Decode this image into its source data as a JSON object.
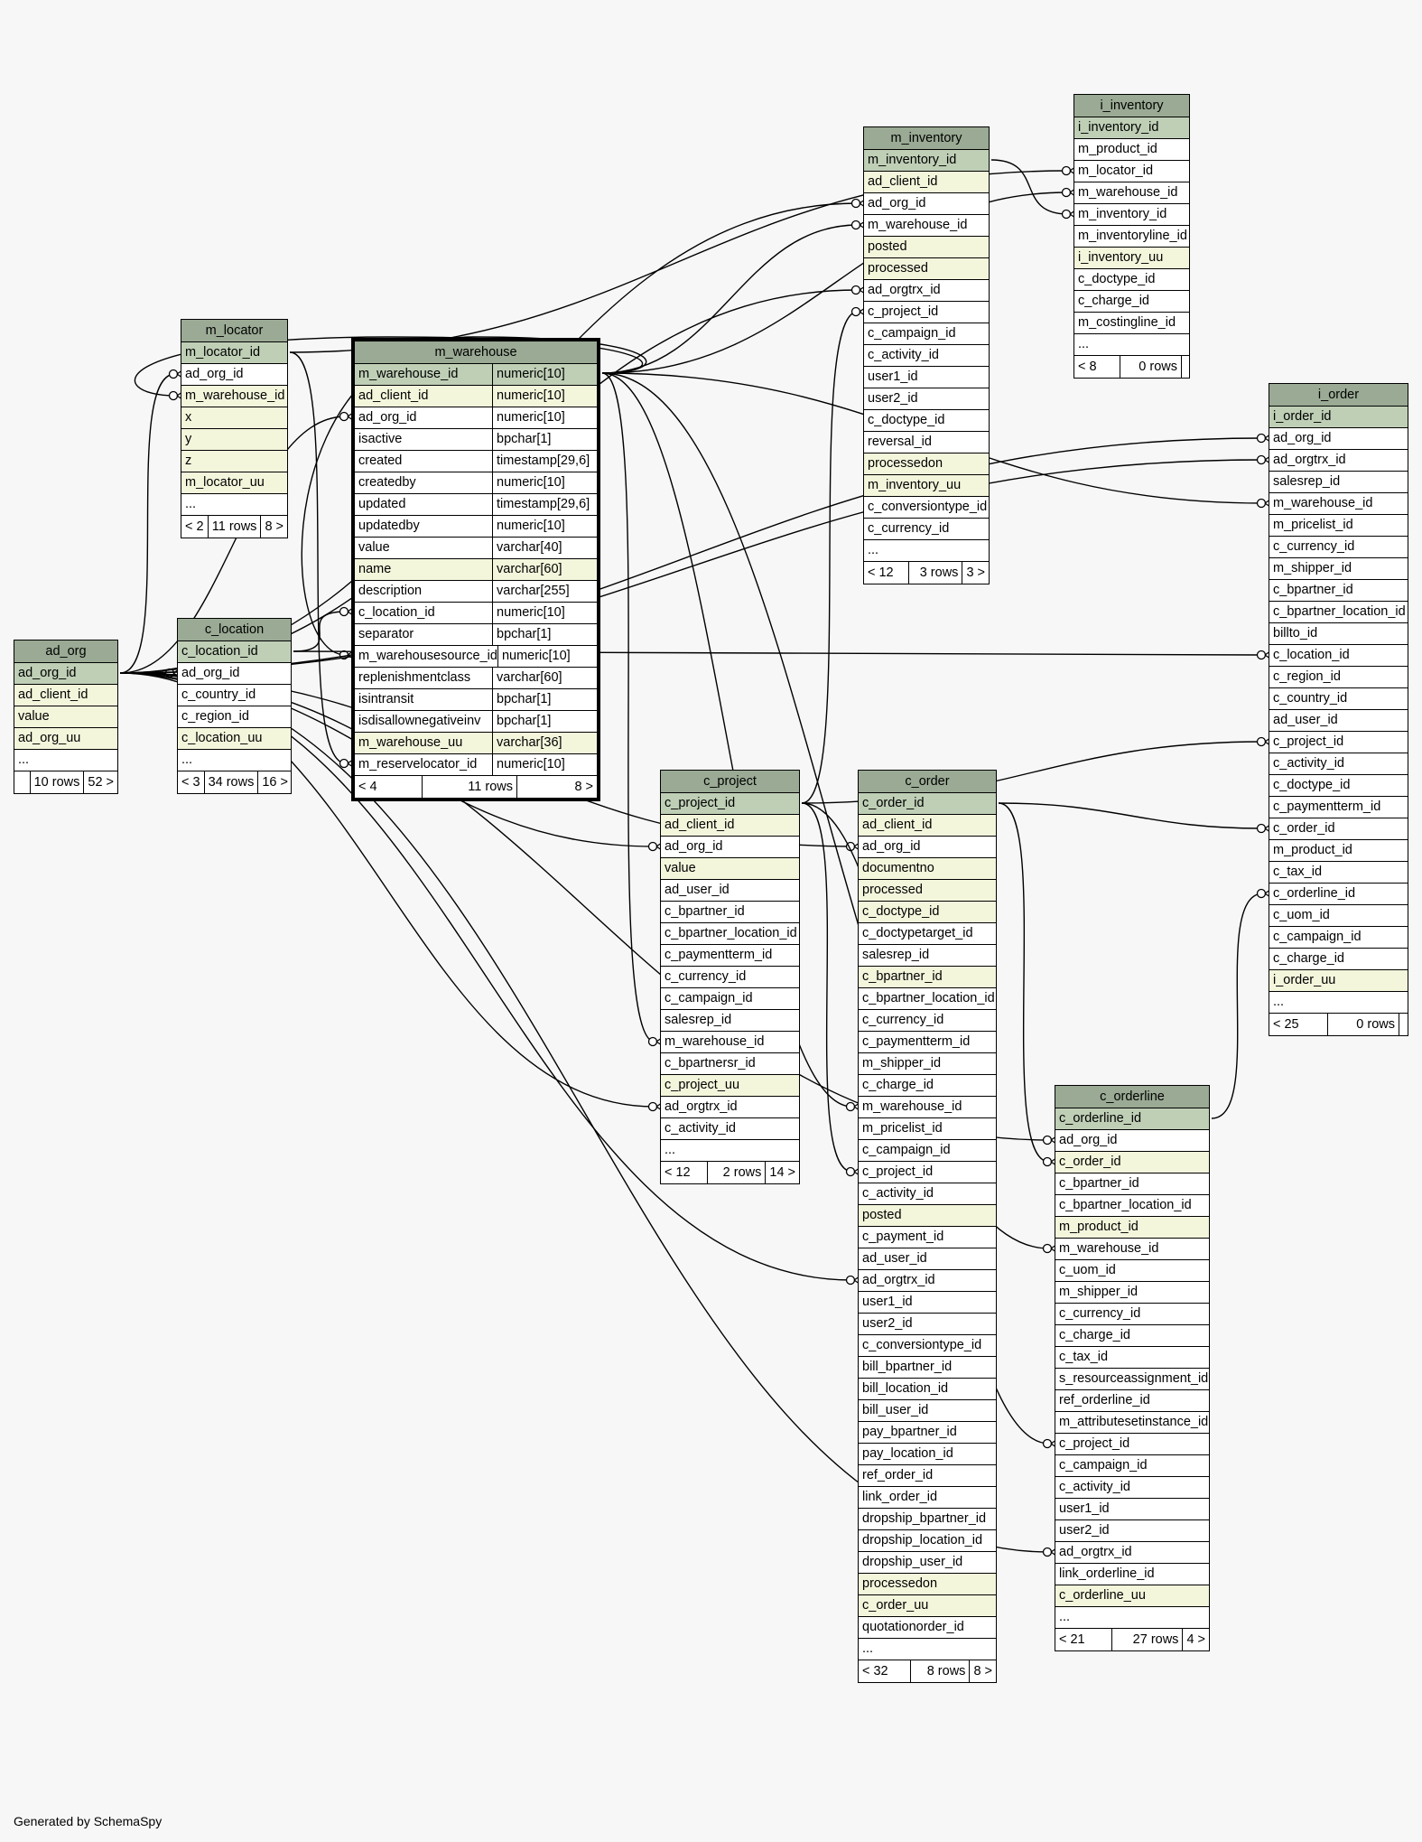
{
  "footer": "Generated by SchemaSpy",
  "colors": {
    "header": "#9aaa94",
    "primary_key": "#bfcfb6",
    "indexed": "#f4f6dc",
    "plain": "#ffffff",
    "background": "#f7f7f7"
  },
  "tables": [
    {
      "id": "ad_org",
      "name": "ad_org",
      "columns": [
        [
          "ad_org_id",
          "pk"
        ],
        [
          "ad_client_id",
          "ix"
        ],
        [
          "value",
          "ix"
        ],
        [
          "ad_org_uu",
          "ix"
        ],
        [
          "...",
          ""
        ]
      ],
      "footer": [
        "",
        "10 rows",
        "52 >"
      ]
    },
    {
      "id": "m_locator",
      "name": "m_locator",
      "columns": [
        [
          "m_locator_id",
          "pk"
        ],
        [
          "ad_org_id",
          ""
        ],
        [
          "m_warehouse_id",
          "ix"
        ],
        [
          "x",
          "ix"
        ],
        [
          "y",
          "ix"
        ],
        [
          "z",
          "ix"
        ],
        [
          "m_locator_uu",
          "ix"
        ],
        [
          "...",
          ""
        ]
      ],
      "footer": [
        "< 2",
        "11 rows",
        "8 >"
      ]
    },
    {
      "id": "c_location",
      "name": "c_location",
      "columns": [
        [
          "c_location_id",
          "pk"
        ],
        [
          "ad_org_id",
          ""
        ],
        [
          "c_country_id",
          ""
        ],
        [
          "c_region_id",
          ""
        ],
        [
          "c_location_uu",
          "ix"
        ],
        [
          "...",
          ""
        ]
      ],
      "footer": [
        "< 3",
        "34 rows",
        "16 >"
      ]
    },
    {
      "id": "m_warehouse",
      "name": "m_warehouse",
      "focus": true,
      "columns": [
        [
          "m_warehouse_id",
          "pk",
          "numeric[10]"
        ],
        [
          "ad_client_id",
          "ix",
          "numeric[10]"
        ],
        [
          "ad_org_id",
          "",
          "numeric[10]"
        ],
        [
          "isactive",
          "",
          "bpchar[1]"
        ],
        [
          "created",
          "",
          "timestamp[29,6]"
        ],
        [
          "createdby",
          "",
          "numeric[10]"
        ],
        [
          "updated",
          "",
          "timestamp[29,6]"
        ],
        [
          "updatedby",
          "",
          "numeric[10]"
        ],
        [
          "value",
          "",
          "varchar[40]"
        ],
        [
          "name",
          "ix",
          "varchar[60]"
        ],
        [
          "description",
          "",
          "varchar[255]"
        ],
        [
          "c_location_id",
          "",
          "numeric[10]"
        ],
        [
          "separator",
          "",
          "bpchar[1]"
        ],
        [
          "m_warehousesource_id",
          "",
          "numeric[10]"
        ],
        [
          "replenishmentclass",
          "",
          "varchar[60]"
        ],
        [
          "isintransit",
          "",
          "bpchar[1]"
        ],
        [
          "isdisallownegativeinv",
          "",
          "bpchar[1]"
        ],
        [
          "m_warehouse_uu",
          "ix",
          "varchar[36]"
        ],
        [
          "m_reservelocator_id",
          "",
          "numeric[10]"
        ]
      ],
      "footer": [
        "< 4",
        "11 rows",
        "8 >"
      ]
    },
    {
      "id": "m_inventory",
      "name": "m_inventory",
      "columns": [
        [
          "m_inventory_id",
          "pk"
        ],
        [
          "ad_client_id",
          "ix"
        ],
        [
          "ad_org_id",
          ""
        ],
        [
          "m_warehouse_id",
          ""
        ],
        [
          "posted",
          "ix"
        ],
        [
          "processed",
          "ix"
        ],
        [
          "ad_orgtrx_id",
          ""
        ],
        [
          "c_project_id",
          ""
        ],
        [
          "c_campaign_id",
          ""
        ],
        [
          "c_activity_id",
          ""
        ],
        [
          "user1_id",
          ""
        ],
        [
          "user2_id",
          ""
        ],
        [
          "c_doctype_id",
          ""
        ],
        [
          "reversal_id",
          ""
        ],
        [
          "processedon",
          "ix"
        ],
        [
          "m_inventory_uu",
          "ix"
        ],
        [
          "c_conversiontype_id",
          ""
        ],
        [
          "c_currency_id",
          ""
        ],
        [
          "...",
          ""
        ]
      ],
      "footer": [
        "< 12",
        "3 rows",
        "3 >"
      ]
    },
    {
      "id": "i_inventory",
      "name": "i_inventory",
      "columns": [
        [
          "i_inventory_id",
          "pk"
        ],
        [
          "m_product_id",
          ""
        ],
        [
          "m_locator_id",
          ""
        ],
        [
          "m_warehouse_id",
          ""
        ],
        [
          "m_inventory_id",
          ""
        ],
        [
          "m_inventoryline_id",
          ""
        ],
        [
          "i_inventory_uu",
          "ix"
        ],
        [
          "c_doctype_id",
          ""
        ],
        [
          "c_charge_id",
          ""
        ],
        [
          "m_costingline_id",
          ""
        ],
        [
          "...",
          ""
        ]
      ],
      "footer": [
        "< 8",
        "0 rows",
        ""
      ]
    },
    {
      "id": "i_order",
      "name": "i_order",
      "columns": [
        [
          "i_order_id",
          "pk"
        ],
        [
          "ad_org_id",
          ""
        ],
        [
          "ad_orgtrx_id",
          ""
        ],
        [
          "salesrep_id",
          ""
        ],
        [
          "m_warehouse_id",
          ""
        ],
        [
          "m_pricelist_id",
          ""
        ],
        [
          "c_currency_id",
          ""
        ],
        [
          "m_shipper_id",
          ""
        ],
        [
          "c_bpartner_id",
          ""
        ],
        [
          "c_bpartner_location_id",
          ""
        ],
        [
          "billto_id",
          ""
        ],
        [
          "c_location_id",
          ""
        ],
        [
          "c_region_id",
          ""
        ],
        [
          "c_country_id",
          ""
        ],
        [
          "ad_user_id",
          ""
        ],
        [
          "c_project_id",
          ""
        ],
        [
          "c_activity_id",
          ""
        ],
        [
          "c_doctype_id",
          ""
        ],
        [
          "c_paymentterm_id",
          ""
        ],
        [
          "c_order_id",
          ""
        ],
        [
          "m_product_id",
          ""
        ],
        [
          "c_tax_id",
          ""
        ],
        [
          "c_orderline_id",
          ""
        ],
        [
          "c_uom_id",
          ""
        ],
        [
          "c_campaign_id",
          ""
        ],
        [
          "c_charge_id",
          ""
        ],
        [
          "i_order_uu",
          "ix"
        ],
        [
          "...",
          ""
        ]
      ],
      "footer": [
        "< 25",
        "0 rows",
        ""
      ]
    },
    {
      "id": "c_project",
      "name": "c_project",
      "columns": [
        [
          "c_project_id",
          "pk"
        ],
        [
          "ad_client_id",
          "ix"
        ],
        [
          "ad_org_id",
          ""
        ],
        [
          "value",
          "ix"
        ],
        [
          "ad_user_id",
          ""
        ],
        [
          "c_bpartner_id",
          ""
        ],
        [
          "c_bpartner_location_id",
          ""
        ],
        [
          "c_paymentterm_id",
          ""
        ],
        [
          "c_currency_id",
          ""
        ],
        [
          "c_campaign_id",
          ""
        ],
        [
          "salesrep_id",
          ""
        ],
        [
          "m_warehouse_id",
          ""
        ],
        [
          "c_bpartnersr_id",
          ""
        ],
        [
          "c_project_uu",
          "ix"
        ],
        [
          "ad_orgtrx_id",
          ""
        ],
        [
          "c_activity_id",
          ""
        ],
        [
          "...",
          ""
        ]
      ],
      "footer": [
        "< 12",
        "2 rows",
        "14 >"
      ]
    },
    {
      "id": "c_order",
      "name": "c_order",
      "columns": [
        [
          "c_order_id",
          "pk"
        ],
        [
          "ad_client_id",
          "ix"
        ],
        [
          "ad_org_id",
          ""
        ],
        [
          "documentno",
          "ix"
        ],
        [
          "processed",
          "ix"
        ],
        [
          "c_doctype_id",
          "ix"
        ],
        [
          "c_doctypetarget_id",
          ""
        ],
        [
          "salesrep_id",
          ""
        ],
        [
          "c_bpartner_id",
          "ix"
        ],
        [
          "c_bpartner_location_id",
          ""
        ],
        [
          "c_currency_id",
          ""
        ],
        [
          "c_paymentterm_id",
          ""
        ],
        [
          "m_shipper_id",
          ""
        ],
        [
          "c_charge_id",
          ""
        ],
        [
          "m_warehouse_id",
          ""
        ],
        [
          "m_pricelist_id",
          ""
        ],
        [
          "c_campaign_id",
          ""
        ],
        [
          "c_project_id",
          ""
        ],
        [
          "c_activity_id",
          ""
        ],
        [
          "posted",
          "ix"
        ],
        [
          "c_payment_id",
          ""
        ],
        [
          "ad_user_id",
          ""
        ],
        [
          "ad_orgtrx_id",
          ""
        ],
        [
          "user1_id",
          ""
        ],
        [
          "user2_id",
          ""
        ],
        [
          "c_conversiontype_id",
          ""
        ],
        [
          "bill_bpartner_id",
          ""
        ],
        [
          "bill_location_id",
          ""
        ],
        [
          "bill_user_id",
          ""
        ],
        [
          "pay_bpartner_id",
          ""
        ],
        [
          "pay_location_id",
          ""
        ],
        [
          "ref_order_id",
          ""
        ],
        [
          "link_order_id",
          ""
        ],
        [
          "dropship_bpartner_id",
          ""
        ],
        [
          "dropship_location_id",
          ""
        ],
        [
          "dropship_user_id",
          ""
        ],
        [
          "processedon",
          "ix"
        ],
        [
          "c_order_uu",
          "ix"
        ],
        [
          "quotationorder_id",
          ""
        ],
        [
          "...",
          ""
        ]
      ],
      "footer": [
        "< 32",
        "8 rows",
        "8 >"
      ]
    },
    {
      "id": "c_orderline",
      "name": "c_orderline",
      "columns": [
        [
          "c_orderline_id",
          "pk"
        ],
        [
          "ad_org_id",
          ""
        ],
        [
          "c_order_id",
          "ix"
        ],
        [
          "c_bpartner_id",
          ""
        ],
        [
          "c_bpartner_location_id",
          ""
        ],
        [
          "m_product_id",
          "ix"
        ],
        [
          "m_warehouse_id",
          ""
        ],
        [
          "c_uom_id",
          ""
        ],
        [
          "m_shipper_id",
          ""
        ],
        [
          "c_currency_id",
          ""
        ],
        [
          "c_charge_id",
          ""
        ],
        [
          "c_tax_id",
          ""
        ],
        [
          "s_resourceassignment_id",
          ""
        ],
        [
          "ref_orderline_id",
          ""
        ],
        [
          "m_attributesetinstance_id",
          ""
        ],
        [
          "c_project_id",
          ""
        ],
        [
          "c_campaign_id",
          ""
        ],
        [
          "c_activity_id",
          ""
        ],
        [
          "user1_id",
          ""
        ],
        [
          "user2_id",
          ""
        ],
        [
          "ad_orgtrx_id",
          ""
        ],
        [
          "link_orderline_id",
          ""
        ],
        [
          "c_orderline_uu",
          "ix"
        ],
        [
          "...",
          ""
        ]
      ],
      "footer": [
        "< 21",
        "27 rows",
        "4 >"
      ]
    }
  ],
  "relationships": [
    [
      "m_locator.ad_org_id",
      "ad_org.ad_org_id"
    ],
    [
      "m_locator.m_warehouse_id",
      "m_warehouse.m_warehouse_id"
    ],
    [
      "c_location.ad_org_id",
      "ad_org.ad_org_id"
    ],
    [
      "m_warehouse.ad_org_id",
      "ad_org.ad_org_id"
    ],
    [
      "m_warehouse.c_location_id",
      "c_location.c_location_id"
    ],
    [
      "m_warehouse.m_warehousesource_id",
      "m_warehouse.m_warehouse_id"
    ],
    [
      "m_warehouse.m_reservelocator_id",
      "m_locator.m_locator_id"
    ],
    [
      "m_inventory.ad_org_id",
      "ad_org.ad_org_id"
    ],
    [
      "m_inventory.m_warehouse_id",
      "m_warehouse.m_warehouse_id"
    ],
    [
      "m_inventory.ad_orgtrx_id",
      "ad_org.ad_org_id"
    ],
    [
      "m_inventory.c_project_id",
      "c_project.c_project_id"
    ],
    [
      "i_inventory.m_locator_id",
      "m_locator.m_locator_id"
    ],
    [
      "i_inventory.m_warehouse_id",
      "m_warehouse.m_warehouse_id"
    ],
    [
      "i_inventory.m_inventory_id",
      "m_inventory.m_inventory_id"
    ],
    [
      "i_order.ad_org_id",
      "ad_org.ad_org_id"
    ],
    [
      "i_order.ad_orgtrx_id",
      "ad_org.ad_org_id"
    ],
    [
      "i_order.m_warehouse_id",
      "m_warehouse.m_warehouse_id"
    ],
    [
      "i_order.c_location_id",
      "c_location.c_location_id"
    ],
    [
      "i_order.c_project_id",
      "c_project.c_project_id"
    ],
    [
      "i_order.c_order_id",
      "c_order.c_order_id"
    ],
    [
      "i_order.c_orderline_id",
      "c_orderline.c_orderline_id"
    ],
    [
      "c_project.ad_org_id",
      "ad_org.ad_org_id"
    ],
    [
      "c_project.m_warehouse_id",
      "m_warehouse.m_warehouse_id"
    ],
    [
      "c_project.ad_orgtrx_id",
      "ad_org.ad_org_id"
    ],
    [
      "c_order.ad_org_id",
      "ad_org.ad_org_id"
    ],
    [
      "c_order.m_warehouse_id",
      "m_warehouse.m_warehouse_id"
    ],
    [
      "c_order.c_project_id",
      "c_project.c_project_id"
    ],
    [
      "c_order.ad_orgtrx_id",
      "ad_org.ad_org_id"
    ],
    [
      "c_orderline.ad_org_id",
      "ad_org.ad_org_id"
    ],
    [
      "c_orderline.c_order_id",
      "c_order.c_order_id"
    ],
    [
      "c_orderline.m_warehouse_id",
      "m_warehouse.m_warehouse_id"
    ],
    [
      "c_orderline.c_project_id",
      "c_project.c_project_id"
    ],
    [
      "c_orderline.ad_orgtrx_id",
      "ad_org.ad_org_id"
    ]
  ]
}
